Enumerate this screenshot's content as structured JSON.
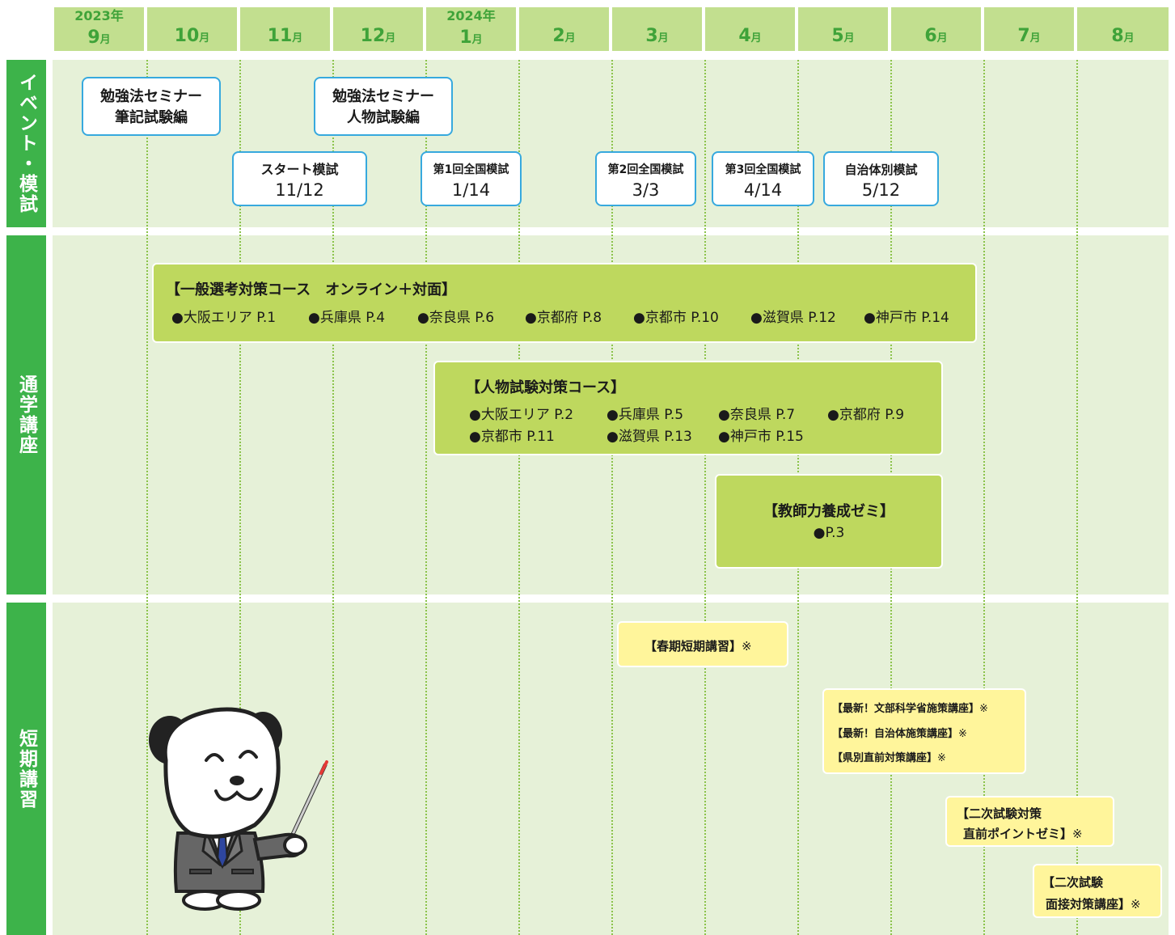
{
  "months": [
    {
      "year": "2023年",
      "num": "9",
      "unit": "月"
    },
    {
      "year": "",
      "num": "10",
      "unit": "月"
    },
    {
      "year": "",
      "num": "11",
      "unit": "月"
    },
    {
      "year": "",
      "num": "12",
      "unit": "月"
    },
    {
      "year": "2024年",
      "num": "1",
      "unit": "月"
    },
    {
      "year": "",
      "num": "2",
      "unit": "月"
    },
    {
      "year": "",
      "num": "3",
      "unit": "月"
    },
    {
      "year": "",
      "num": "4",
      "unit": "月"
    },
    {
      "year": "",
      "num": "5",
      "unit": "月"
    },
    {
      "year": "",
      "num": "6",
      "unit": "月"
    },
    {
      "year": "",
      "num": "7",
      "unit": "月"
    },
    {
      "year": "",
      "num": "8",
      "unit": "月"
    }
  ],
  "sections": {
    "events": "イベント・模試",
    "courses": "通学講座",
    "short": "短期講習"
  },
  "events": {
    "seminar1": {
      "line1": "勉強法セミナー",
      "line2": "筆記試験編"
    },
    "seminar2": {
      "line1": "勉強法セミナー",
      "line2": "人物試験編"
    },
    "exam_start": {
      "name": "スタート模試",
      "date": "11/12"
    },
    "exam1": {
      "name": "第1回全国模試",
      "date": "1/14"
    },
    "exam2": {
      "name": "第2回全国模試",
      "date": "3/3"
    },
    "exam3": {
      "name": "第3回全国模試",
      "date": "4/14"
    },
    "exam_local": {
      "name": "自治体別模試",
      "date": "5/12"
    }
  },
  "courses": {
    "general": {
      "title": "【一般選考対策コース　オンライン＋対面】",
      "items": [
        "●大阪エリア P.1",
        "●兵庫県 P.4",
        "●奈良県 P.6",
        "●京都府 P.8",
        "●京都市 P.10",
        "●滋賀県 P.12",
        "●神戸市 P.14"
      ]
    },
    "interview": {
      "title": "【人物試験対策コース】",
      "items": [
        "●大阪エリア P.2",
        "●兵庫県 P.5",
        "●奈良県 P.7",
        "●京都府 P.9",
        "●京都市 P.11",
        "●滋賀県 P.13",
        "●神戸市 P.15"
      ]
    },
    "teacher": {
      "title": "【教師力養成ゼミ】",
      "page": "●P.3"
    }
  },
  "short": {
    "spring": {
      "label": "【春期短期講習】",
      "mark": "※"
    },
    "policy": [
      {
        "label": "【最新！文部科学省施策講座】",
        "mark": "※"
      },
      {
        "label": "【最新！自治体施策講座】",
        "mark": "※"
      },
      {
        "label": "【県別直前対策講座】",
        "mark": "※"
      }
    ],
    "second1": {
      "line1": "【二次試験対策",
      "line2": "直前ポイントゼミ】",
      "mark": "※"
    },
    "second2": {
      "line1": "【二次試験",
      "line2": "面接対策講座】",
      "mark": "※"
    }
  }
}
